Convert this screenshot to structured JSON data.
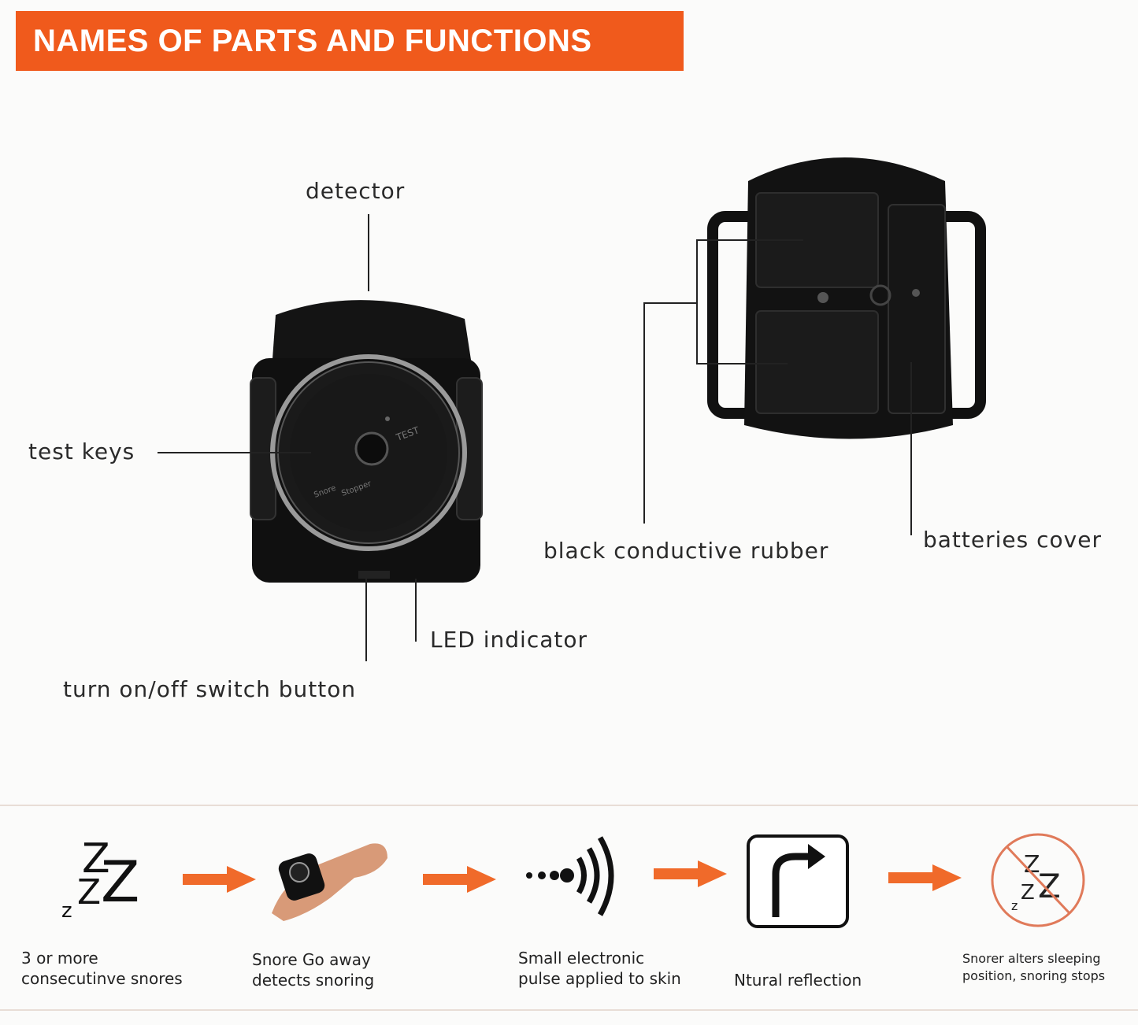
{
  "banner": {
    "title": "NAMES OF PARTS AND FUNCTIONS"
  },
  "parts": {
    "detector": "detector",
    "test_keys": "test keys",
    "led_indicator": "LED indicator",
    "switch_button": "turn on/off switch button",
    "black_rubber": "black conductive rubber",
    "batteries_cover": "batteries cover"
  },
  "device_face": {
    "brand_line1": "Snore",
    "brand_line2": "Stopper",
    "test_text": "TEST"
  },
  "steps": [
    {
      "line1": "3 or more",
      "line2": "consecutinve snores"
    },
    {
      "line1": "Snore Go away",
      "line2": "detects snoring"
    },
    {
      "line1": "Small electronic",
      "line2": "pulse applied to skin"
    },
    {
      "line1": "Ntural reflection",
      "line2": ""
    },
    {
      "line1": "Snorer alters sleeping",
      "line2": "position, snoring stops"
    }
  ],
  "colors": {
    "accent": "#f05a1c",
    "device": "#111111",
    "arrow": "#f06a2a"
  },
  "icons": [
    "zzz-icon",
    "wrist-device-icon",
    "pulse-waves-icon",
    "turn-arrow-icon",
    "no-zzz-icon"
  ]
}
